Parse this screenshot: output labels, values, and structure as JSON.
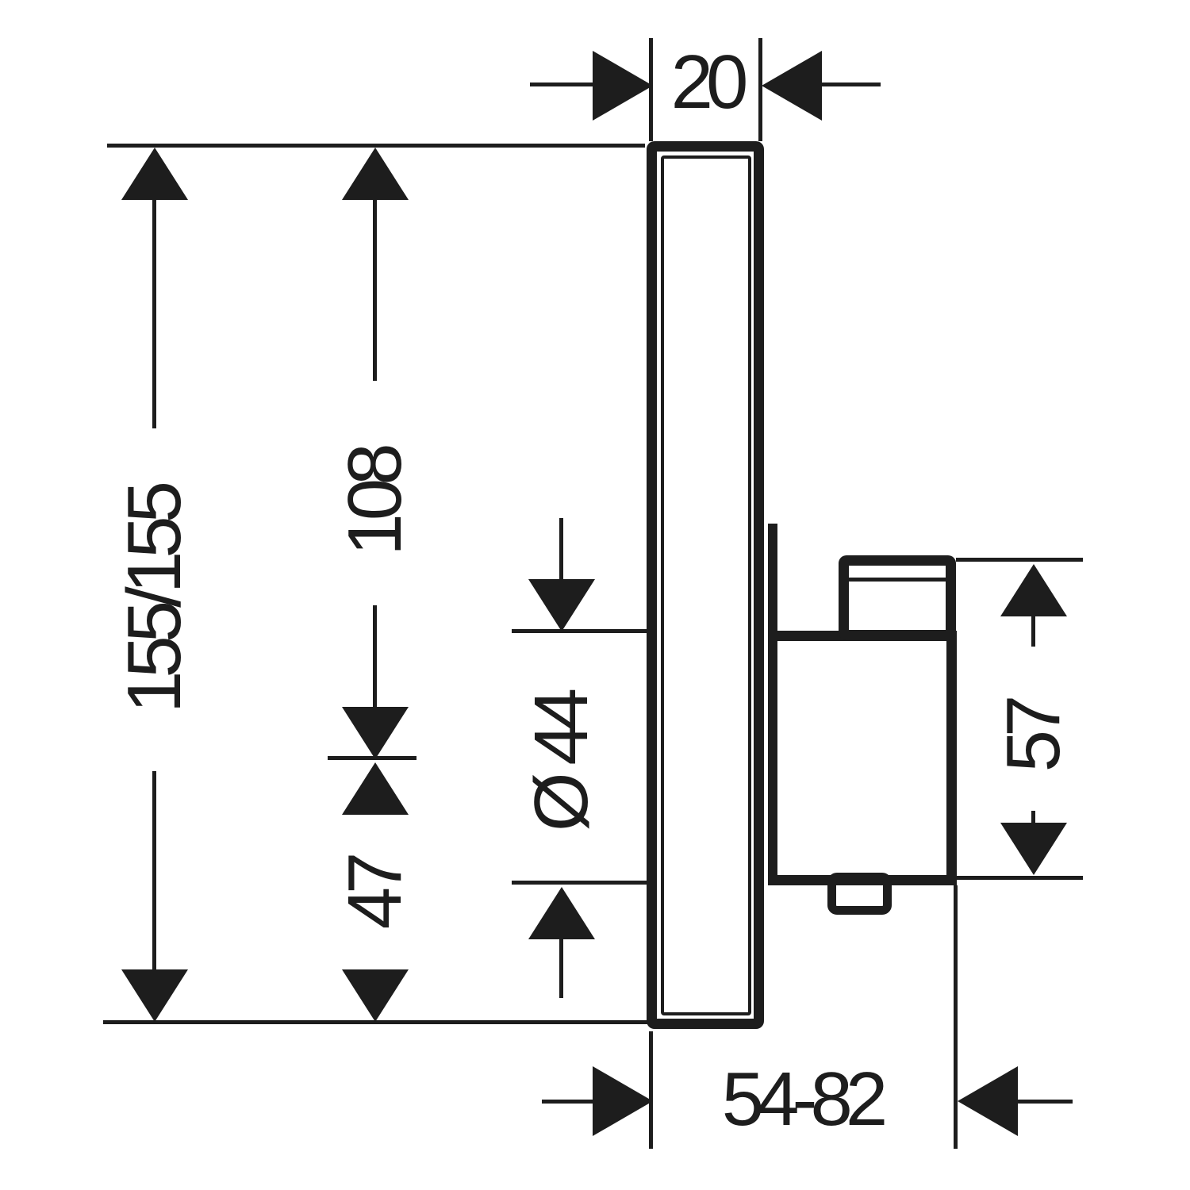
{
  "drawing": {
    "type": "technical-dimension-drawing",
    "subject": "Concealed shower mixer, side profile with installation dimensions",
    "units": "mm",
    "colors": {
      "line": "#1d1d1d",
      "background": "#ffffff"
    },
    "labels": {
      "plate_depth": "20",
      "plate_height": "155/155",
      "top_to_axis": "108",
      "axis_to_bottom": "47",
      "spindle_diameter": "Ø 44",
      "body_height": "57",
      "installation_depth_range": "54-82"
    }
  }
}
